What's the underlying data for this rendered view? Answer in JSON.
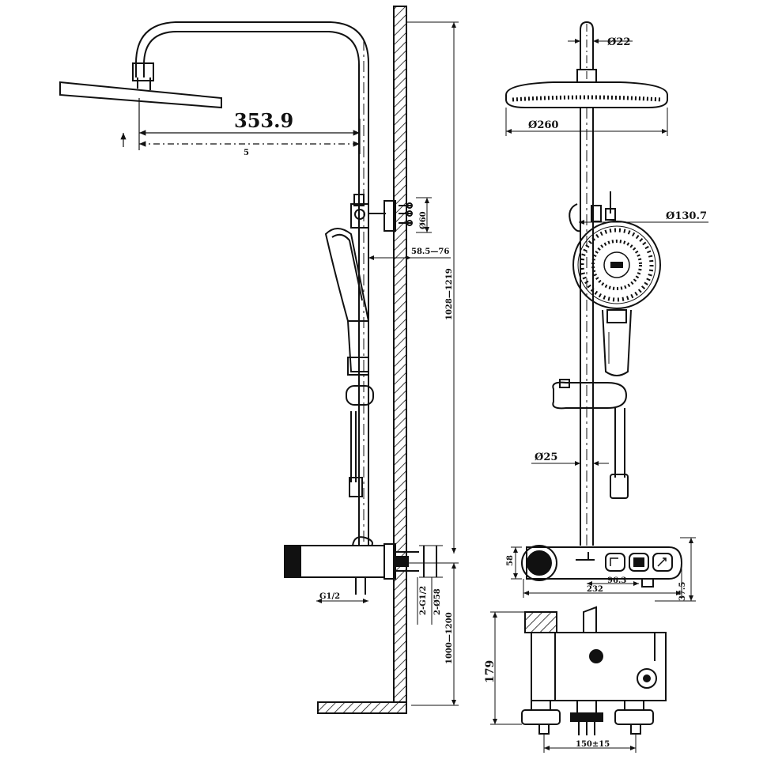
{
  "drawing": {
    "line_color": "#111111",
    "background": "#ffffff",
    "hatch": "diagonal"
  },
  "dimensions": {
    "arm_reach": "353.9",
    "arm_reach_small": "5",
    "bracket_dia": "Ø60",
    "bracket_offset": "58.5—76",
    "total_height": "1028—1219",
    "valve_inlet": "G1/2",
    "inlet_thread": "2-G1/2",
    "inlet_dia": "2-Ø58",
    "mount_height": "1000—1200",
    "top_pipe_dia": "Ø22",
    "head_dia": "Ø260",
    "hand_shower_dia": "Ø130.7",
    "rail_dia": "Ø25",
    "valve_height": "58",
    "valve_offset": "96.3",
    "valve_width": "232",
    "valve_depth": "37.5",
    "body_height": "179",
    "inlet_spacing": "150±15"
  }
}
